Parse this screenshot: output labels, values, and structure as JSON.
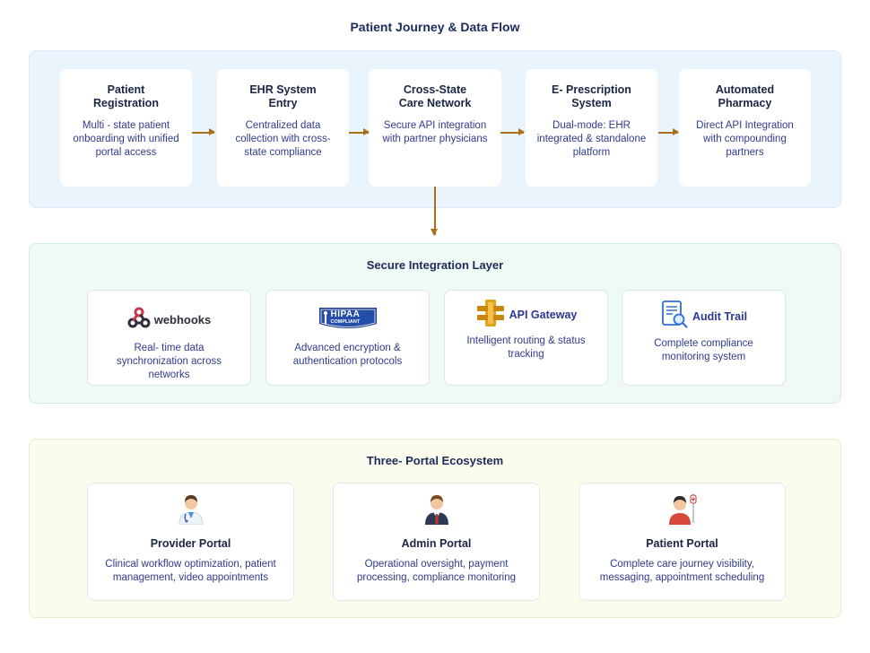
{
  "title": "Patient Journey & Data Flow",
  "journey": {
    "steps": [
      {
        "title": "Patient\nRegistration",
        "desc": "Multi - state patient onboarding with unified portal access"
      },
      {
        "title": "EHR System\nEntry",
        "desc": "Centralized data collection with cross- state compliance"
      },
      {
        "title": "Cross-State\nCare Network",
        "desc": "Secure API integration with partner physicians"
      },
      {
        "title": "E- Prescription\nSystem",
        "desc": "Dual-mode: EHR integrated & standalone platform"
      },
      {
        "title": "Automated\nPharmacy",
        "desc": "Direct API Integration with compounding partners"
      }
    ]
  },
  "integration": {
    "heading": "Secure Integration Layer",
    "items": [
      {
        "label": "webhooks",
        "icon": "webhooks-icon",
        "desc": "Real- time data synchronization across networks"
      },
      {
        "label": "HIPAA",
        "sublabel": "COMPLIANT",
        "icon": "hipaa-shield-icon",
        "desc": "Advanced encryption & authentication protocols"
      },
      {
        "label": "API Gateway",
        "icon": "api-gateway-icon",
        "desc": "Intelligent routing & status tracking"
      },
      {
        "label": "Audit Trail",
        "icon": "audit-document-icon",
        "desc": "Complete compliance monitoring system"
      }
    ]
  },
  "portals": {
    "heading": "Three- Portal Ecosystem",
    "items": [
      {
        "title": "Provider Portal",
        "icon": "doctor-avatar-icon",
        "desc": "Clinical workflow optimization, patient management, video appointments"
      },
      {
        "title": "Admin Portal",
        "icon": "admin-avatar-icon",
        "desc": "Operational oversight, payment processing, compliance monitoring"
      },
      {
        "title": "Patient Portal",
        "icon": "patient-avatar-icon",
        "desc": "Complete care journey visibility, messaging, appointment scheduling"
      }
    ]
  },
  "colors": {
    "arrow": "#a8701a",
    "journey_bg": "#eaf4fd",
    "integration_bg": "#eefaf3",
    "portal_bg": "#fbfcee",
    "text_primary": "#1d2b5c",
    "text_body": "#2f3b8c"
  }
}
